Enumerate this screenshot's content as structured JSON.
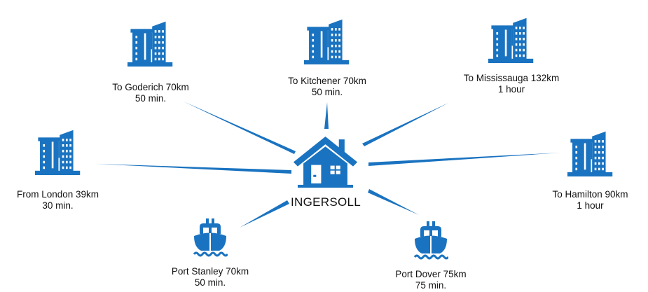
{
  "diagram": {
    "accent_color": "#1a73c0",
    "center": {
      "icon": "house-icon",
      "name": "INGERSOLL"
    },
    "destinations": [
      {
        "id": "goderich",
        "icon": "building-icon",
        "line1": "To Goderich 70km",
        "line2": "50 min."
      },
      {
        "id": "kitchener",
        "icon": "building-icon",
        "line1": "To Kitchener 70km",
        "line2": "50 min."
      },
      {
        "id": "mississauga",
        "icon": "building-icon",
        "line1": "To Mississauga 132km",
        "line2": "1 hour"
      },
      {
        "id": "london",
        "icon": "building-icon",
        "line1": "From London 39km",
        "line2": "30 min."
      },
      {
        "id": "hamilton",
        "icon": "building-icon",
        "line1": "To Hamilton 90km",
        "line2": "1 hour"
      },
      {
        "id": "port-stanley",
        "icon": "ship-icon",
        "line1": "Port Stanley 70km",
        "line2": "50 min."
      },
      {
        "id": "port-dover",
        "icon": "ship-icon",
        "line1": "Port Dover 75km",
        "line2": "75 min."
      }
    ]
  }
}
